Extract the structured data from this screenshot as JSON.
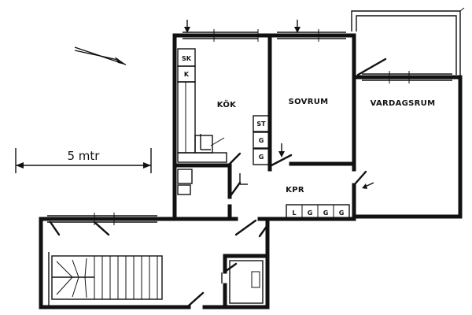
{
  "rooms": {
    "kitchen": "KÖK",
    "bedroom": "SOVRUM",
    "living": "VARDAGSRUM",
    "hall": "KPR"
  },
  "fixtures": {
    "sk": "SK",
    "k": "K",
    "st": "ST",
    "g1": "G",
    "g2": "G",
    "l": "L",
    "g3": "G",
    "g4": "G",
    "g5": "G"
  },
  "scale_label": "5 mtr"
}
